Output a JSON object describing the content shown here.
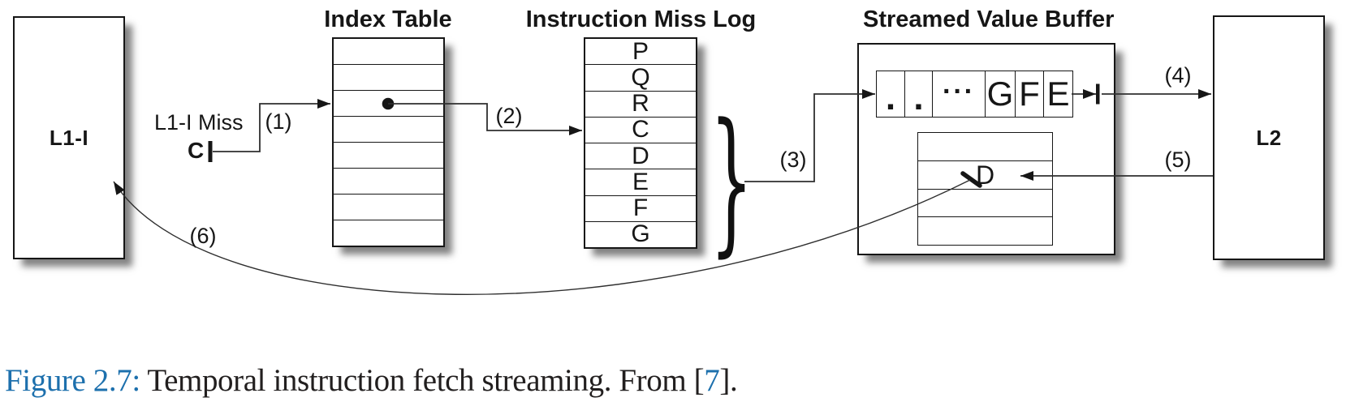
{
  "colors": {
    "accent_blue": "#1d70ad",
    "ink": "#221f1f",
    "line": "#2f2f2f"
  },
  "caption": {
    "label": "Figure 2.7:",
    "text": " Temporal instruction fetch streaming. From [",
    "ref": "7",
    "suffix": "]."
  },
  "boxes": {
    "l1i_label": "L1-I",
    "l2_label": "L2"
  },
  "index_table": {
    "title": "Index Table"
  },
  "miss_log": {
    "title": "Instruction Miss Log",
    "rows": [
      "P",
      "Q",
      "R",
      "C",
      "D",
      "E",
      "F",
      "G"
    ]
  },
  "svb": {
    "title": "Streamed Value Buffer",
    "fifo": [
      ".",
      ".",
      "···",
      "G",
      "F",
      "E"
    ],
    "table": [
      "",
      "D",
      "",
      ""
    ]
  },
  "annotations": {
    "miss_label": "L1-I Miss",
    "miss_address": "C",
    "step1": "(1)",
    "step2": "(2)",
    "step3": "(3)",
    "step4": "(4)",
    "step5": "(5)",
    "step6": "(6)",
    "brace": "}"
  }
}
